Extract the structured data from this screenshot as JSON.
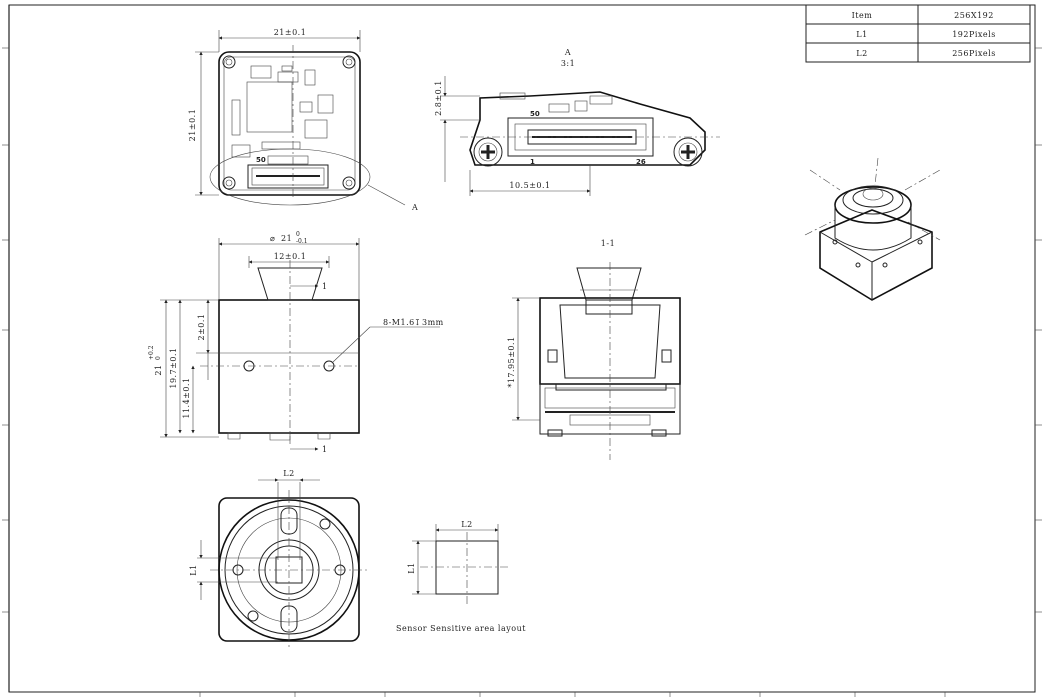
{
  "spec_table": {
    "rows": [
      {
        "item": "Item",
        "value": "256X192"
      },
      {
        "item": "L1",
        "value": "192Pixels"
      },
      {
        "item": "L2",
        "value": "256Pixels"
      }
    ]
  },
  "views": {
    "top": {
      "width_dim": "21±0.1",
      "height_dim": "21±0.1",
      "pin_50": "50",
      "callout": "A"
    },
    "detail_a": {
      "title": "A",
      "scale": "3:1",
      "height_dim": "2.8±0.1",
      "width_dim": "10.5±0.1",
      "pin_50": "50",
      "pin_1": "1",
      "pin_26": "26"
    },
    "front": {
      "diameter_dim": "21",
      "diameter_tol_upper": "0",
      "diameter_tol_lower": "-0.1",
      "lens_dim": "12±0.1",
      "dim_2": "2±0.1",
      "dim_total": "21",
      "dim_total_tol_upper": "+0.2",
      "dim_total_tol_lower": "0",
      "dim_19_7": "19.7±0.1",
      "dim_11_4": "11.4±0.1",
      "hole_note": "8-M1.6",
      "hole_depth": "3mm",
      "section_mark_top": "1",
      "section_mark_bottom": "1"
    },
    "section": {
      "title": "1-1",
      "height_dim": "*17.95±0.1"
    },
    "bottom": {
      "l1": "L1",
      "l2": "L2"
    },
    "sensor": {
      "l1": "L1",
      "l2": "L2",
      "caption": "Sensor Sensitive area layout"
    }
  }
}
